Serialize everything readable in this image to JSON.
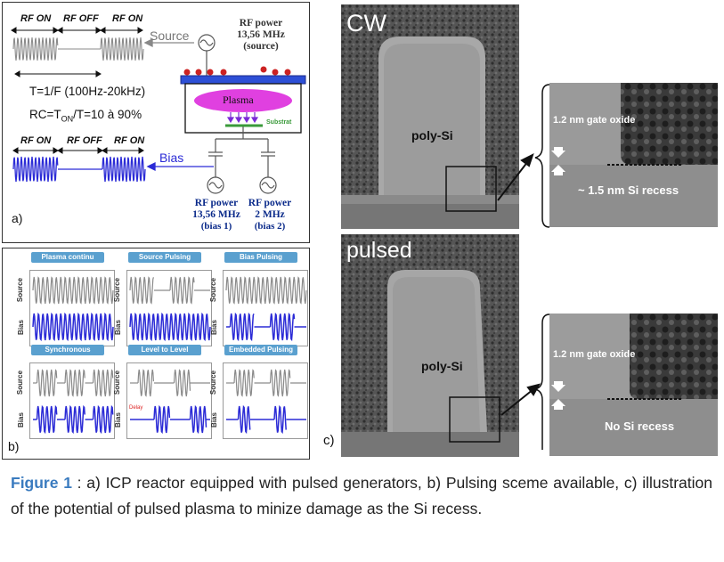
{
  "panel_a": {
    "rf_on_1": "RF ON",
    "rf_off_1": "RF OFF",
    "rf_on_2": "RF ON",
    "source_label": "Source",
    "rf_power_source_line1": "RF power",
    "rf_power_source_line2": "13,56 MHz",
    "rf_power_source_line3": "(source)",
    "period": "T=1/F (100Hz-20kHz)",
    "duty_cycle_prefix": "RC=T",
    "duty_cycle_sub": "ON",
    "duty_cycle_suffix": "/T=10 à 90%",
    "plasma": "Plasma",
    "substrat": "Substrat",
    "rf_on_3": "RF ON",
    "rf_off_2": "RF OFF",
    "rf_on_4": "RF ON",
    "bias_label": "Bias",
    "rf_power_bias1_line1": "RF power",
    "rf_power_bias1_line2": "13,56 MHz",
    "rf_power_bias1_line3": "(bias 1)",
    "rf_power_bias2_line1": "RF power",
    "rf_power_bias2_line2": "2 MHz",
    "rf_power_bias2_line3": "(bias 2)",
    "panel_letter": "a)"
  },
  "panel_b": {
    "panel_letter": "b)",
    "modes": [
      {
        "title": "Plasma continu"
      },
      {
        "title": "Source Pulsing"
      },
      {
        "title": "Bias Pulsing"
      },
      {
        "title": "Synchronous Pulsing"
      },
      {
        "title": "Level to Level Pulsing"
      },
      {
        "title": "Embedded Pulsing"
      }
    ],
    "row_label_source": "Source",
    "row_label_bias": "Bias",
    "delay_label": "Delay"
  },
  "panel_c": {
    "panel_letter": "c)",
    "cw": {
      "label": "CW",
      "material": "poly-Si",
      "gate_oxide": "1.2 nm gate oxide",
      "recess": "~ 1.5 nm Si recess"
    },
    "pulsed": {
      "label": "pulsed",
      "material": "poly-Si",
      "gate_oxide": "1.2 nm gate oxide",
      "recess": "No Si recess"
    }
  },
  "caption": {
    "figure_label": "Figure 1",
    "text": " : a) ICP reactor equipped with pulsed generators, b) Pulsing sceme available, c) illustration of the potential of pulsed plasma to minize damage as the Si recess."
  },
  "colors": {
    "blue_wave": "#2b2bd6",
    "grey_wave": "#8a8a8a",
    "title_blue": "#5aa0cf",
    "caption_blue": "#3a7bbf"
  }
}
